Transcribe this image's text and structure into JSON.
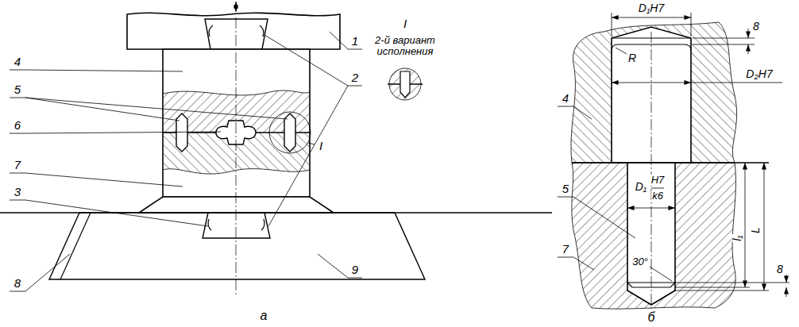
{
  "diagram": {
    "labels": [
      "1",
      "2",
      "I",
      "2-й вариант исполнения",
      "4",
      "5",
      "6",
      "I",
      "7",
      "3",
      "8",
      "9",
      "а",
      "D₁H7",
      "8",
      "R",
      "D₂H7",
      "4",
      "L",
      "5",
      "D₁",
      "H7",
      "k6",
      "l₁",
      "30°",
      "8",
      "7",
      "б"
    ]
  }
}
